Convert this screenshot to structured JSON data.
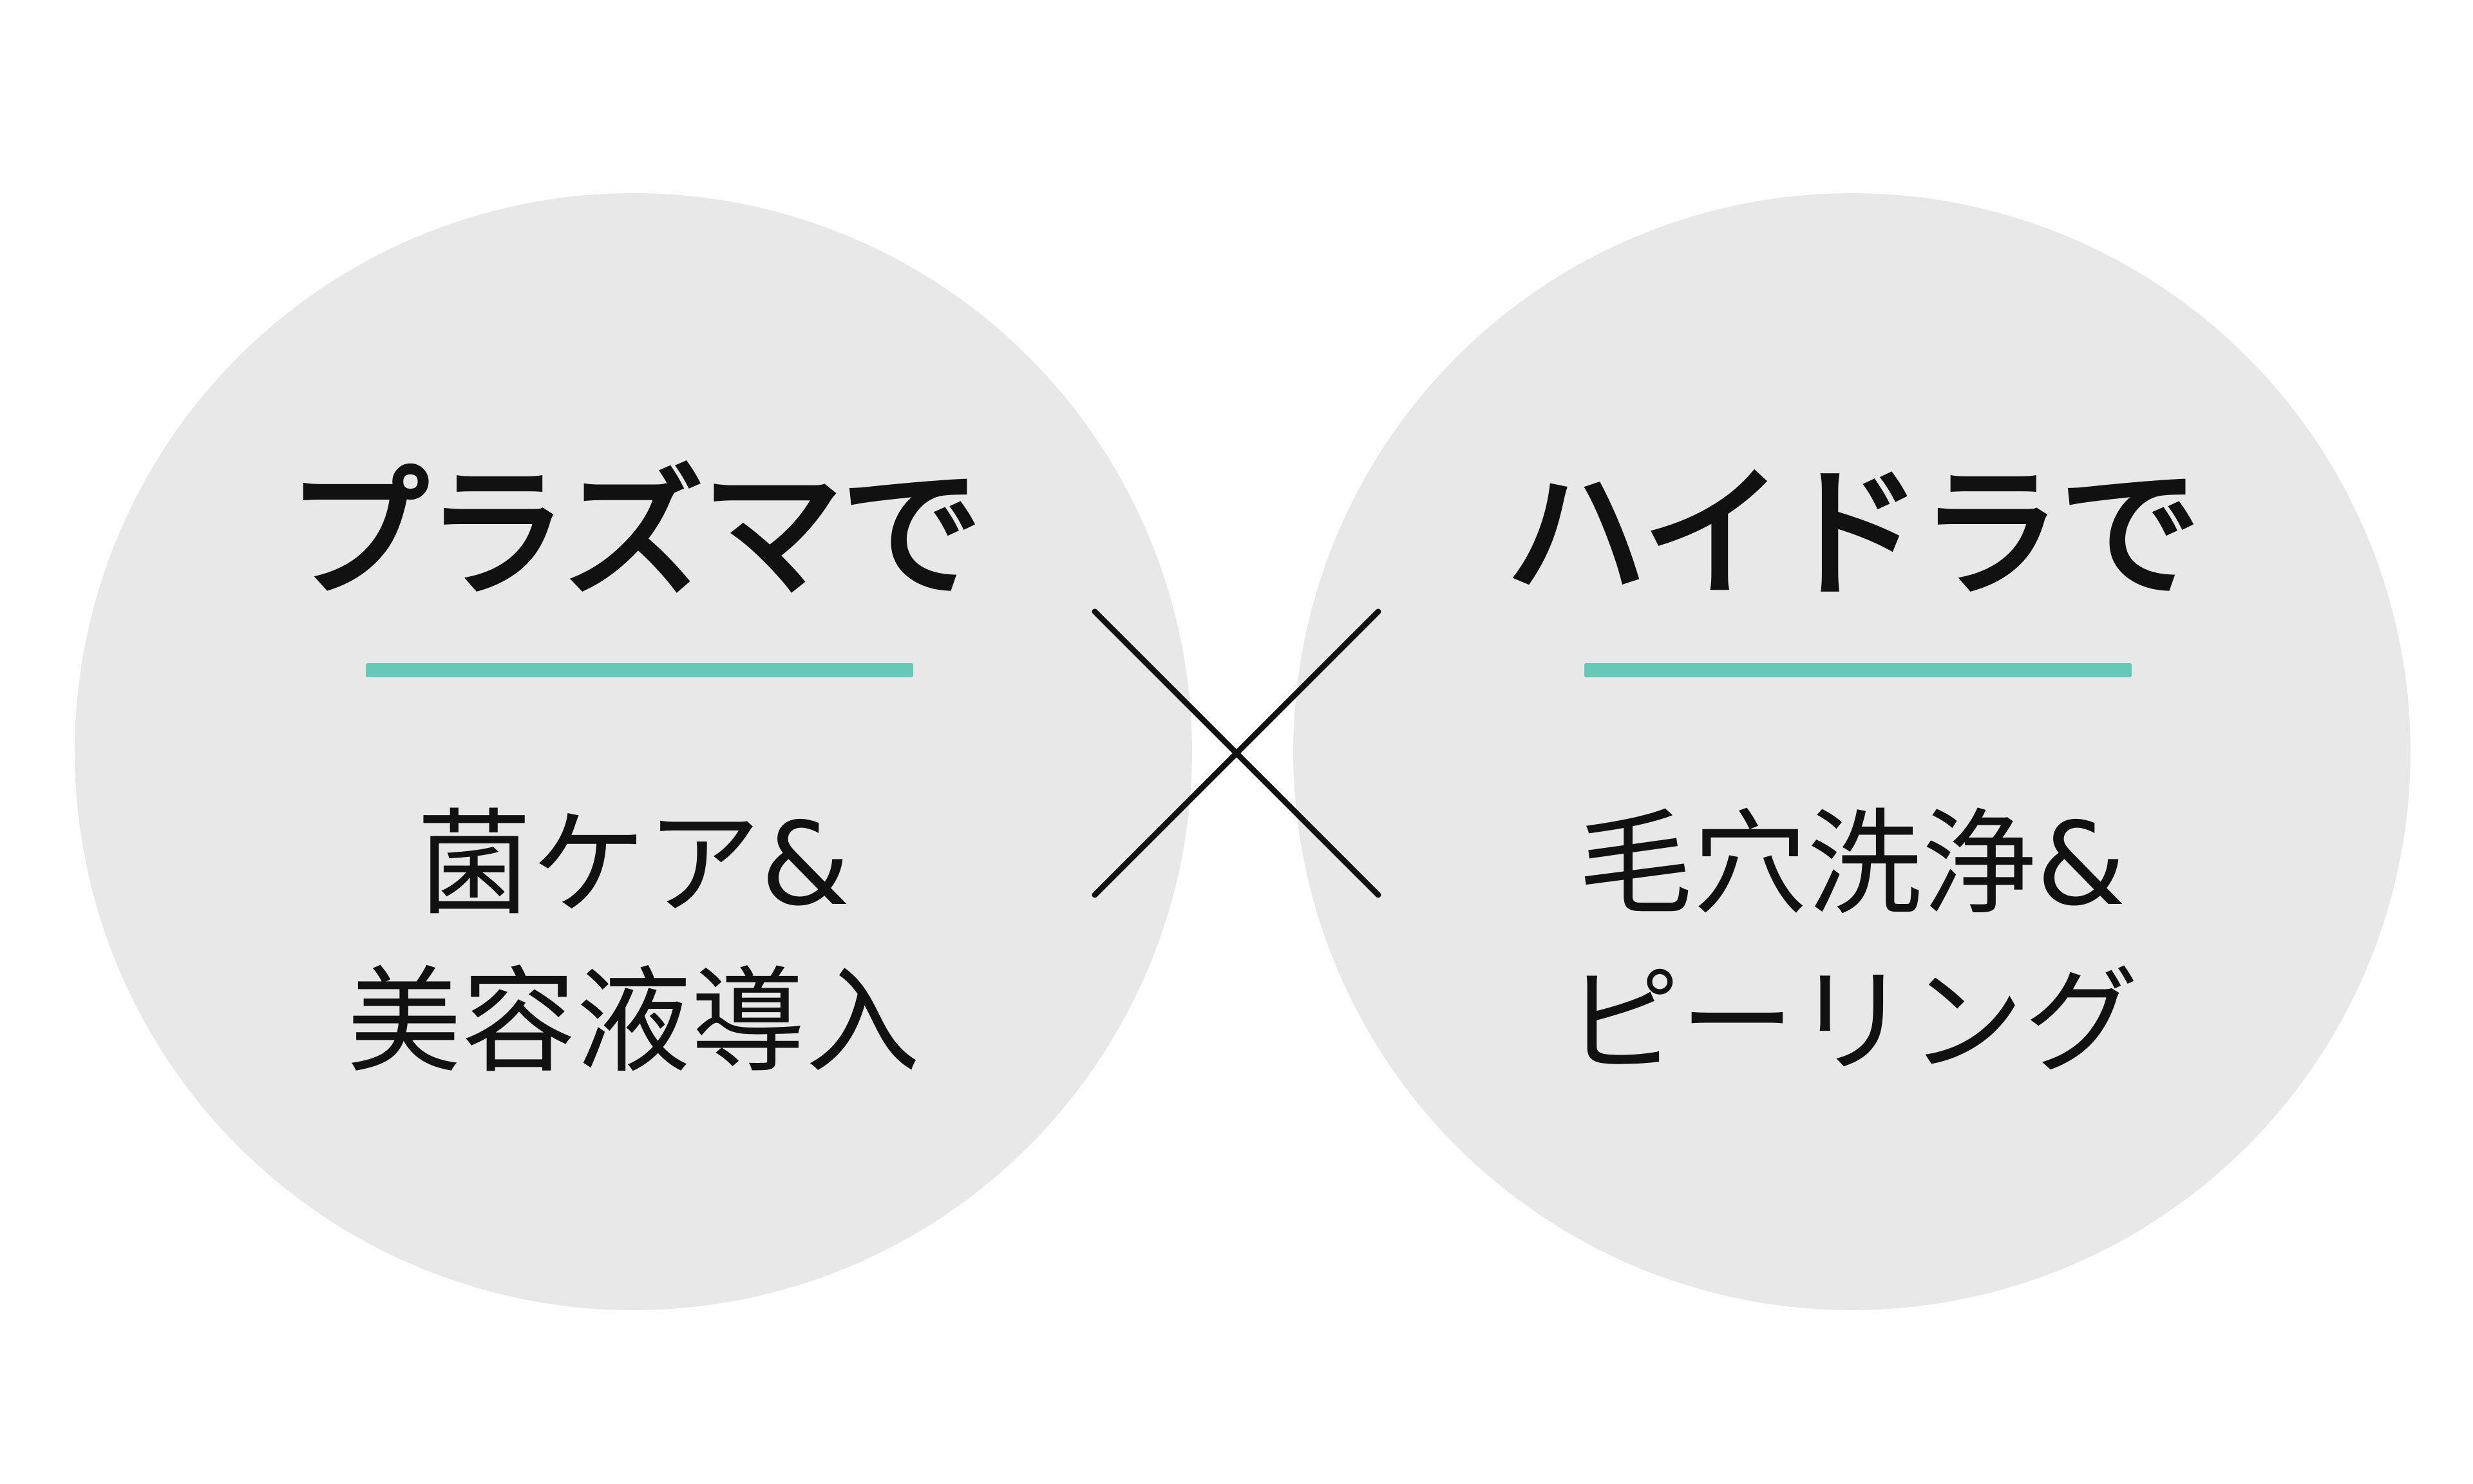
{
  "colors": {
    "circle_fill": "#e8e8e8",
    "accent_rule": "#66c9b8",
    "text": "#111111",
    "cross": "#111111"
  },
  "left": {
    "title": "プラズマで",
    "lines": [
      "菌ケア&",
      "美容液導入"
    ]
  },
  "right": {
    "title": "ハイドラで",
    "lines": [
      "毛穴洗浄&",
      "ピーリング"
    ]
  },
  "center": {
    "icon": "multiply-cross-icon"
  }
}
